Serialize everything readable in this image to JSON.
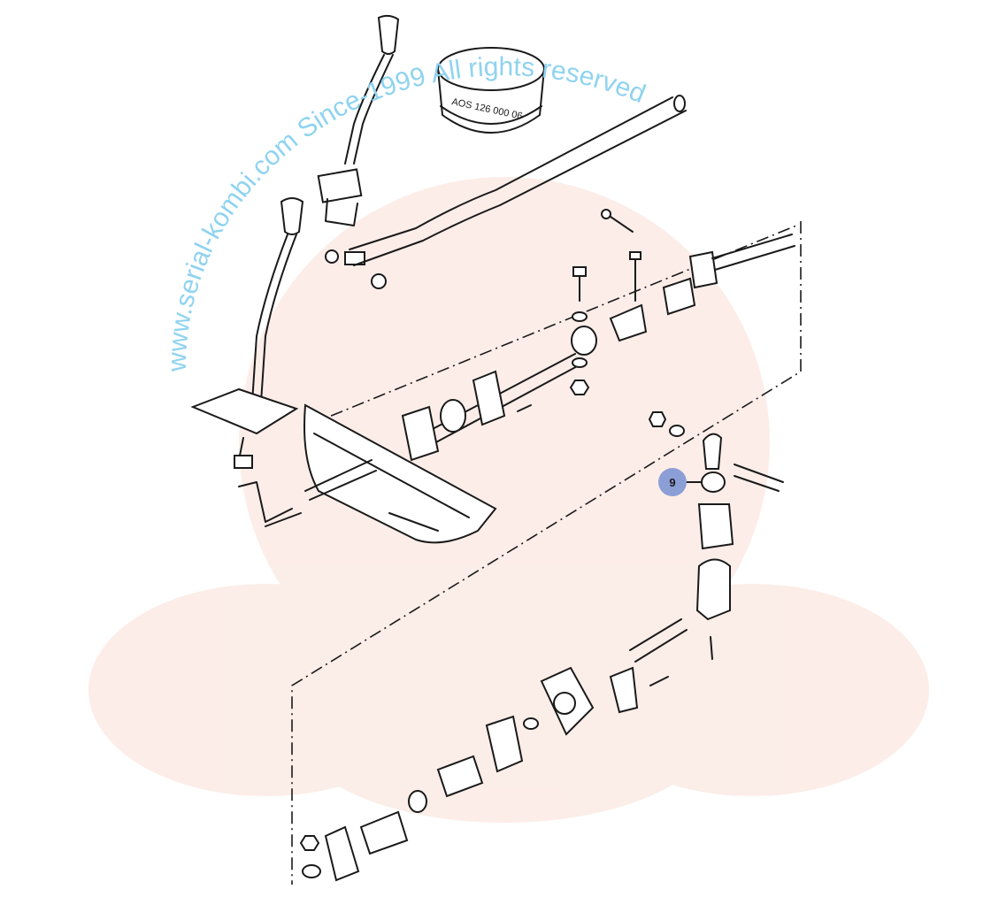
{
  "watermark": {
    "text": "www.serial-kombi.com  Since-1999 All rights reserved"
  },
  "part_label": {
    "text": "AOS 126 000 06"
  },
  "callouts": [
    {
      "number": "9",
      "color": "#8c9ed6"
    }
  ]
}
